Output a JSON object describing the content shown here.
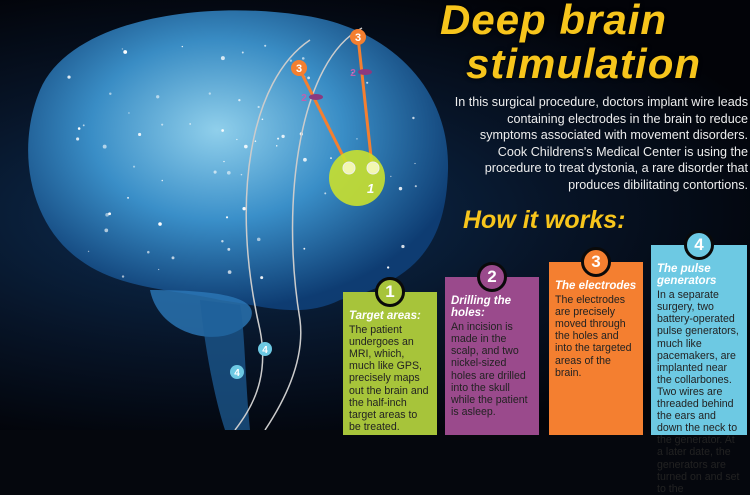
{
  "title": {
    "line1": "Deep brain",
    "line2": "stimulation"
  },
  "intro": "In this surgical procedure, doctors implant wire leads containing electrodes in the brain to reduce symptoms associated with movement disorders. Cook Childrens's Medical Center is using the procedure to treat dystonia, a rare disorder that produces dibilitating contortions.",
  "how_heading": "How it works:",
  "markers": {
    "target": "1",
    "holes": "2",
    "electrodes": "3",
    "generators": "4"
  },
  "steps": [
    {
      "number": "1",
      "title": "Target areas:",
      "text": "The patient undergoes an MRI, which, much like GPS, precisely maps out the brain and the half-inch target areas to be treated.",
      "color": "#a7c43a"
    },
    {
      "number": "2",
      "title": "Drilling the holes:",
      "text": "An incision is made in the scalp, and two nickel-sized holes are drilled into the skull while the patient is asleep.",
      "color": "#9a4a8c"
    },
    {
      "number": "3",
      "title": "The electrodes",
      "text": "The electrodes are precisely moved through the holes and into the targeted areas of the brain.",
      "color": "#f47f30"
    },
    {
      "number": "4",
      "title": "The pulse generators",
      "text": "In a separate surgery, two battery-operated pulse generators, much like pacemakers, are implanted near the collarbones. Two wires are threaded behind the ears and down the neck to the generator. At a later date, the generators are turned on and set to the",
      "color": "#6dc9e3"
    }
  ]
}
